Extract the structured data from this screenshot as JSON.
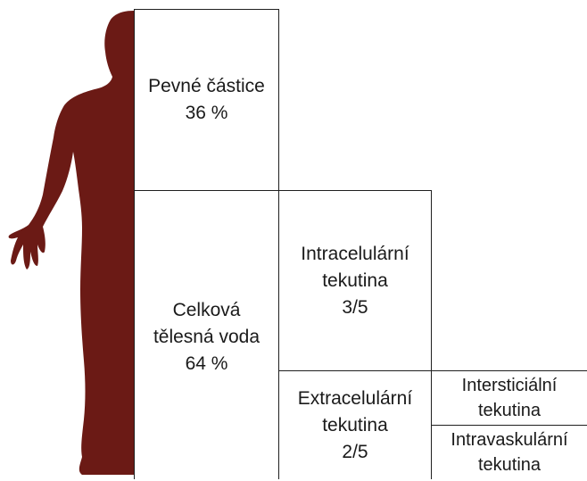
{
  "colors": {
    "figure": "#6b1a15",
    "border": "#1f1f1f",
    "background": "#ffffff"
  },
  "figure_icon": "human-body-half-silhouette",
  "blocks": {
    "solids": {
      "label": "Pevné částice",
      "value": "36 %"
    },
    "total_water": {
      "label_line1": "Celková",
      "label_line2": "tělesná voda",
      "value": "64 %"
    },
    "intracellular": {
      "label_line1": "Intracelulární",
      "label_line2": "tekutina",
      "value": "3/5"
    },
    "extracellular": {
      "label_line1": "Extracelulární",
      "label_line2": "tekutina",
      "value": "2/5"
    },
    "interstitial": {
      "label_line1": "Intersticiální",
      "label_line2": "tekutina"
    },
    "intravascular": {
      "label_line1": "Intravaskulární",
      "label_line2": "tekutina"
    }
  }
}
